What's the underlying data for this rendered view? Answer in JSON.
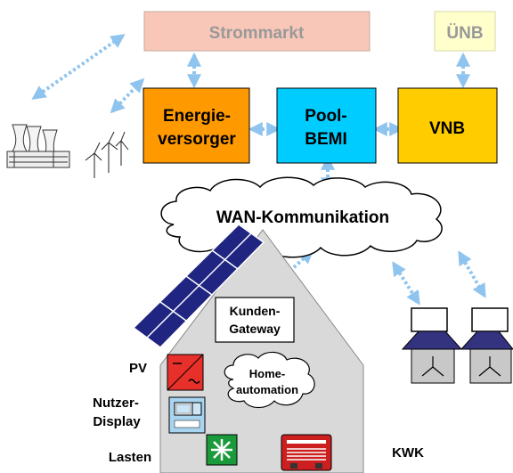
{
  "nodes": {
    "strommarkt": "Strommarkt",
    "uenb": "ÜNB",
    "energieversorger": [
      "Energie-",
      "versorger"
    ],
    "pool_bemi": [
      "Pool-",
      "BEMI"
    ],
    "vnb": "VNB",
    "wan": "WAN-Kommunikation",
    "kunden_gateway": [
      "Kunden-",
      "Gateway"
    ],
    "home_automation": [
      "Home-",
      "automation"
    ]
  },
  "labels": {
    "pv": "PV",
    "nutzer_display": [
      "Nutzer-",
      "Display"
    ],
    "lasten": "Lasten",
    "kwk": "KWK"
  },
  "colors": {
    "strommarkt_fill": "#f9c7b8",
    "strommarkt_text": "#999999",
    "uenb_fill": "#ffffcc",
    "uenb_text": "#999999",
    "energieversorger_fill": "#ff9900",
    "pool_bemi_fill": "#00ccff",
    "vnb_fill": "#ffcc00",
    "arrow": "#8fc4ee",
    "house": "#d9d9d9",
    "roof_panel": "#1f2580",
    "kwk_roof": "#33337f"
  }
}
